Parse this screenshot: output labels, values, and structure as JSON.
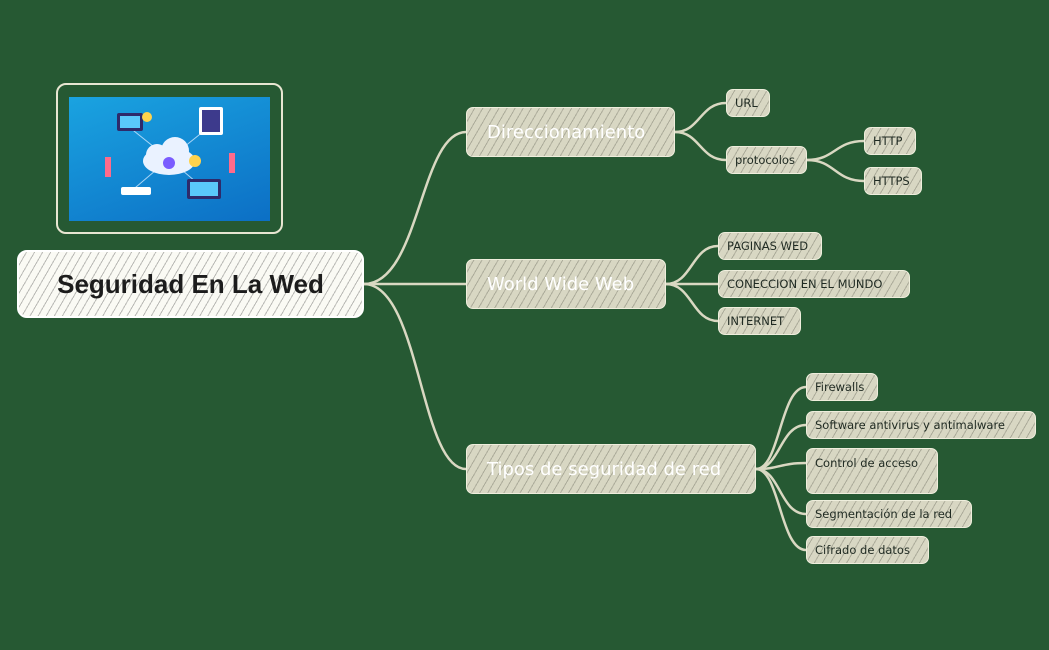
{
  "root": {
    "label": "Seguridad En La Wed"
  },
  "branches": [
    {
      "label": "Direccionamiento",
      "children": [
        {
          "label": "URL"
        },
        {
          "label": "protocolos",
          "children": [
            {
              "label": "HTTP"
            },
            {
              "label": "HTTPS"
            }
          ]
        }
      ]
    },
    {
      "label": "World Wide Web",
      "children": [
        {
          "label": "PAGINAS WED"
        },
        {
          "label": "CONECCION EN EL MUNDO"
        },
        {
          "label": "INTERNET"
        }
      ]
    },
    {
      "label": "Tipos de seguridad de red",
      "children": [
        {
          "label": "Firewalls"
        },
        {
          "label": "Software antivirus y antimalware"
        },
        {
          "label": "Control de acceso"
        },
        {
          "label": "Segmentación de la red"
        },
        {
          "label": "Cifrado de datos"
        }
      ]
    }
  ],
  "colors": {
    "background": "#265933",
    "node_fill": "#d8d7c3",
    "root_fill": "#fafaf4",
    "connector": "#d9d8c2"
  },
  "image": {
    "icon": "cloud-network-illustration-icon"
  }
}
